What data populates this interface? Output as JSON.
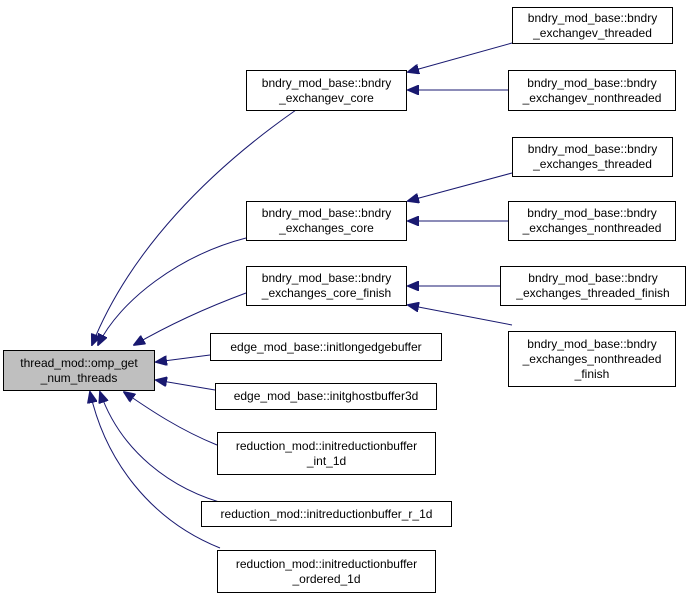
{
  "colors": {
    "edge": "#191970",
    "root_fill": "#bfbfbf",
    "node_fill": "#ffffff",
    "border": "#000000"
  },
  "nodes": {
    "root": {
      "line1": "thread_mod::omp_get",
      "line2": "_num_threads"
    },
    "evcore": {
      "line1": "bndry_mod_base::bndry",
      "line2": "_exchangev_core"
    },
    "evthr": {
      "line1": "bndry_mod_base::bndry",
      "line2": "_exchangev_threaded"
    },
    "evnon": {
      "line1": "bndry_mod_base::bndry",
      "line2": "_exchangev_nonthreaded"
    },
    "score": {
      "line1": "bndry_mod_base::bndry",
      "line2": "_exchanges_core"
    },
    "sthr": {
      "line1": "bndry_mod_base::bndry",
      "line2": "_exchanges_threaded"
    },
    "snon": {
      "line1": "bndry_mod_base::bndry",
      "line2": "_exchanges_nonthreaded"
    },
    "scf": {
      "line1": "bndry_mod_base::bndry",
      "line2": "_exchanges_core_finish"
    },
    "stf": {
      "line1": "bndry_mod_base::bndry",
      "line2": "_exchanges_threaded_finish"
    },
    "snf": {
      "line1": "bndry_mod_base::bndry",
      "line2": "_exchanges_nonthreaded",
      "line3": "_finish"
    },
    "edge": {
      "line1": "edge_mod_base::initlongedgebuffer"
    },
    "ghost": {
      "line1": "edge_mod_base::initghostbuffer3d"
    },
    "redint": {
      "line1": "reduction_mod::initreductionbuffer",
      "line2": "_int_1d"
    },
    "redr": {
      "line1": "reduction_mod::initreductionbuffer_r_1d"
    },
    "redord": {
      "line1": "reduction_mod::initreductionbuffer",
      "line2": "_ordered_1d"
    }
  }
}
